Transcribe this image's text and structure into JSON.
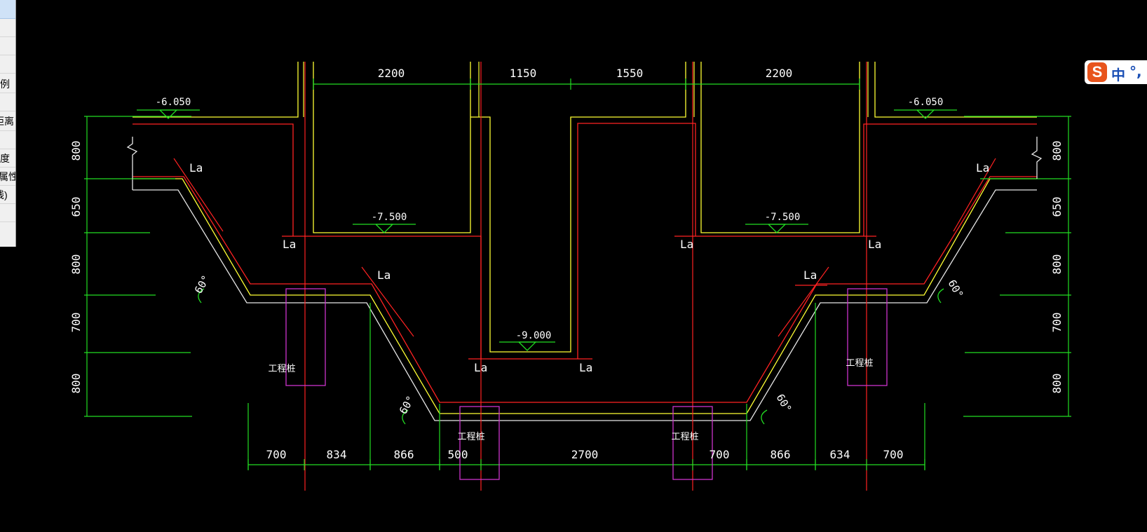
{
  "side_panel": {
    "items": [
      "例",
      "距离",
      "度",
      "属性",
      "线)"
    ]
  },
  "ime": {
    "logo": "S",
    "mode": "中",
    "punct": "°,"
  },
  "drawing": {
    "top_dims": [
      "2200",
      "1150",
      "1550",
      "2200"
    ],
    "bottom_dims": [
      "700",
      "834",
      "866",
      "500",
      "2700",
      "700",
      "866",
      "634",
      "700"
    ],
    "left_dims": [
      "800",
      "650",
      "800",
      "700",
      "800"
    ],
    "right_dims": [
      "800",
      "650",
      "800",
      "700",
      "800"
    ],
    "elev_outer_left": "-6.050",
    "elev_outer_right": "-6.050",
    "elev_pit_left": "-7.500",
    "elev_pit_right": "-7.500",
    "elev_center": "-9.000",
    "angle": "60°",
    "anchor": "La",
    "pile": "工程桩"
  }
}
